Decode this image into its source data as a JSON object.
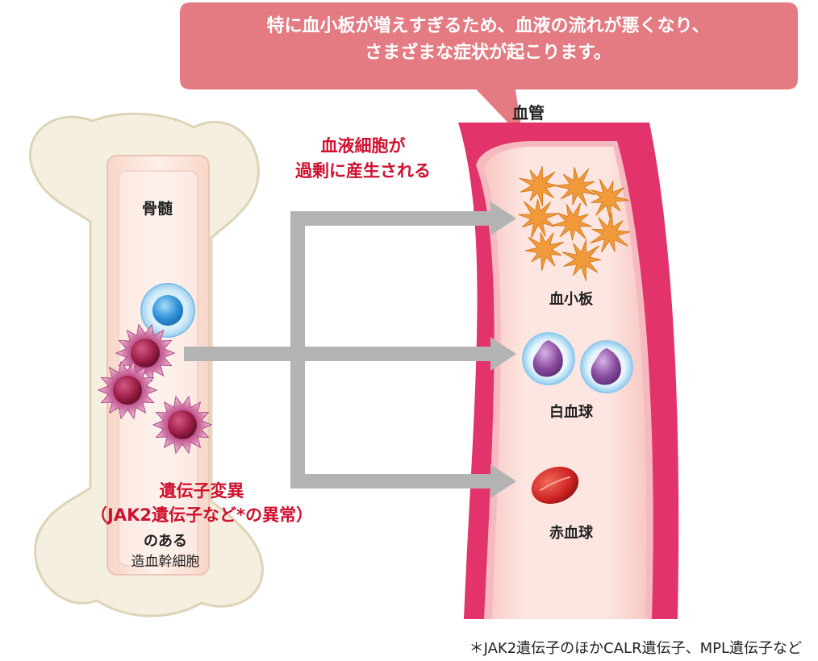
{
  "callout": {
    "line1": "特に血小板が増えすぎるため、血液の流れが悪くなり、",
    "line2": "さまざまな症状が起こります。"
  },
  "bone_marrow_label": "骨髄",
  "vessel_label": "血管",
  "overproduction": {
    "line1": "血液細胞が",
    "line2": "過剰に産生される"
  },
  "mutation": {
    "line1": "遺伝子変異",
    "line2": "（JAK2遺伝子など*の異常）",
    "line3": "のある",
    "line4": "造血幹細胞"
  },
  "cells": {
    "platelet": "血小板",
    "white_blood_cell": "白血球",
    "red_blood_cell": "赤血球"
  },
  "footnote": "＊JAK2遺伝子のほかCALR遺伝子、MPL遺伝子など",
  "colors": {
    "callout_fill": "#e57b82",
    "vessel_wall": "#e0336a",
    "vessel_lumen": "#fde4df",
    "bone_fill": "#f5f1e2",
    "marrow_fill": "#fdebe2",
    "arrow_gray": "#b3b3b3",
    "platelet_orange": "#f09a3c",
    "wbc_purple": "#8a4c9e",
    "rbc_red": "#d42a2a",
    "mutated_cell": "#a0264a",
    "normal_cell_blue": "#3d9ee0",
    "label_red": "#d0102e"
  }
}
